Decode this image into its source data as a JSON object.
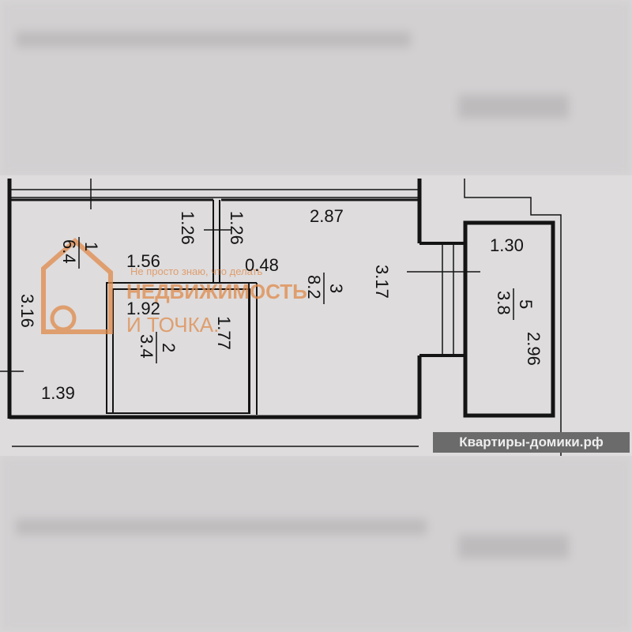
{
  "dimensions": {
    "room3_width": "2.87",
    "corridor_left_len": "1.26",
    "corridor_right_len": "1.26",
    "doorway_width": "0.48",
    "hall_top_width": "1.56",
    "bath_width": "1.92",
    "bath_length": "1.77",
    "room1_bottom_width": "1.39",
    "room1_length": "3.16",
    "room3_length": "3.17",
    "balcony_width": "1.30",
    "balcony_length": "2.96"
  },
  "rooms": [
    {
      "number": "1",
      "area": "6.4"
    },
    {
      "number": "2",
      "area": "3.4"
    },
    {
      "number": "3",
      "area": "8.2"
    },
    {
      "number": "5",
      "area": "3.8"
    }
  ],
  "watermark": {
    "tagline": "Не просто знаю, что делать",
    "brand_line1": "НЕДВИЖИМОСТЬ",
    "brand_line2": "И ТОЧКА."
  },
  "site_label": "Квартиры-домики.рф",
  "colors": {
    "wall": "#141414",
    "watermark": "#e08a4a"
  }
}
